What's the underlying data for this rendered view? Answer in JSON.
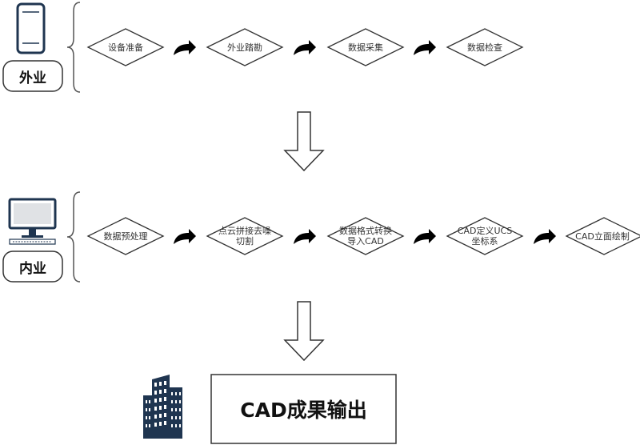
{
  "phases": [
    {
      "label": "外业",
      "icon": "smartphone-icon",
      "steps": [
        "设备准备",
        "外业踏勘",
        "数据采集",
        "数据检查"
      ]
    },
    {
      "label": "内业",
      "icon": "desktop-computer-icon",
      "steps": [
        "数据预处理",
        "点云拼接去噪\n切割",
        "数据格式转换\n导入CAD",
        "CAD定义UCS\n坐标系",
        "CAD立面绘制"
      ]
    }
  ],
  "result": {
    "label": "CAD成果输出",
    "icon": "building-icon"
  },
  "colors": {
    "line": "#333333",
    "icon": "#1f3550",
    "fill": "#ffffff"
  }
}
